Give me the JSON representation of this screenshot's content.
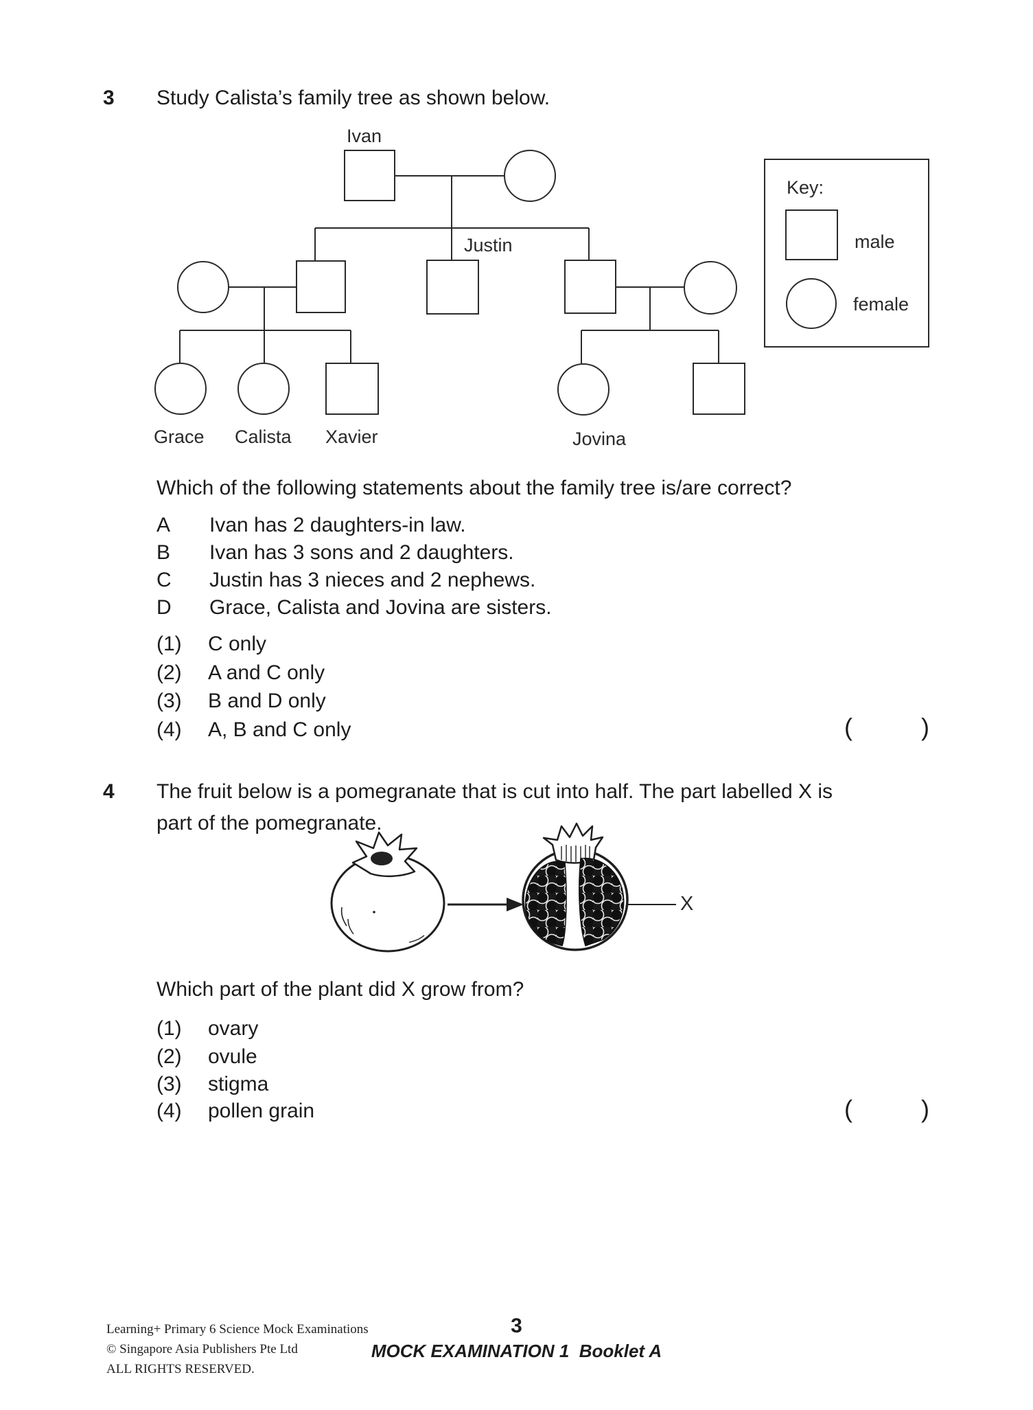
{
  "q3": {
    "number": "3",
    "prompt": "Study Calista’s family tree as shown below.",
    "tree_labels": {
      "ivan": "Ivan",
      "justin": "Justin",
      "grace": "Grace",
      "calista": "Calista",
      "xavier": "Xavier",
      "jovina": "Jovina"
    },
    "key": {
      "title": "Key:",
      "male": "male",
      "female": "female"
    },
    "question": "Which of the following statements about the family tree is/are correct?",
    "statements": [
      {
        "label": "A",
        "text": "Ivan has 2 daughters-in law."
      },
      {
        "label": "B",
        "text": "Ivan has 3 sons and 2 daughters."
      },
      {
        "label": "C",
        "text": "Justin has 3 nieces and 2 nephews."
      },
      {
        "label": "D",
        "text": "Grace, Calista and Jovina are sisters."
      }
    ],
    "options": [
      {
        "label": "(1)",
        "text": "C only"
      },
      {
        "label": "(2)",
        "text": "A and C only"
      },
      {
        "label": "(3)",
        "text": "B and D only"
      },
      {
        "label": "(4)",
        "text": "A, B and C only"
      }
    ],
    "answer_brackets": {
      "open": "(",
      "close": ")"
    }
  },
  "q4": {
    "number": "4",
    "prompt_line1": "The fruit below is a pomegranate that is cut into half. The part labelled X is",
    "prompt_line2": "part of the pomegranate.",
    "figure_label": "X",
    "question": "Which part of the plant did X grow from?",
    "options": [
      {
        "label": "(1)",
        "text": "ovary"
      },
      {
        "label": "(2)",
        "text": "ovule"
      },
      {
        "label": "(3)",
        "text": "stigma"
      },
      {
        "label": "(4)",
        "text": "pollen grain"
      }
    ],
    "answer_brackets": {
      "open": "(",
      "close": ")"
    }
  },
  "footer": {
    "left_lines": [
      "Learning+ Primary 6 Science Mock Examinations",
      "© Singapore Asia Publishers Pte Ltd",
      "ALL RIGHTS RESERVED."
    ],
    "page_number": "3",
    "booklet": "MOCK EXAMINATION 1  Booklet A"
  }
}
